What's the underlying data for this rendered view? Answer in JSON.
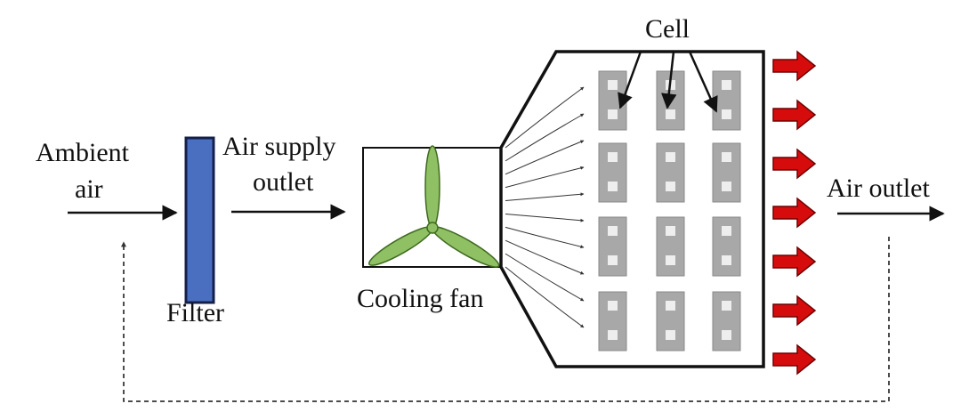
{
  "labels": {
    "ambient_line1": "Ambient",
    "ambient_line2": "air",
    "filter": "Filter",
    "supply_line1": "Air supply",
    "supply_line2": "outlet",
    "fan": "Cooling fan",
    "cell": "Cell",
    "air_outlet": "Air outlet"
  },
  "colors": {
    "filter": "#4a6fc0",
    "filter_border": "#14204a",
    "fan_blade": "#8fc063",
    "fan_blade_border": "#3e6a1f",
    "cell_fill": "#a8a8a8",
    "cell_square": "#eeeeee",
    "hot_air_arrow": "#d60c0c",
    "hot_air_arrow_border": "#6e0202"
  },
  "icons": {
    "fan": "three-blade-fan-icon",
    "exhaust": "red-block-arrow-icon"
  },
  "battery_pack": {
    "cell_columns": 3,
    "cell_rows": 4,
    "outlet_arrows": 7,
    "inlet_airflow_lines": 10
  }
}
